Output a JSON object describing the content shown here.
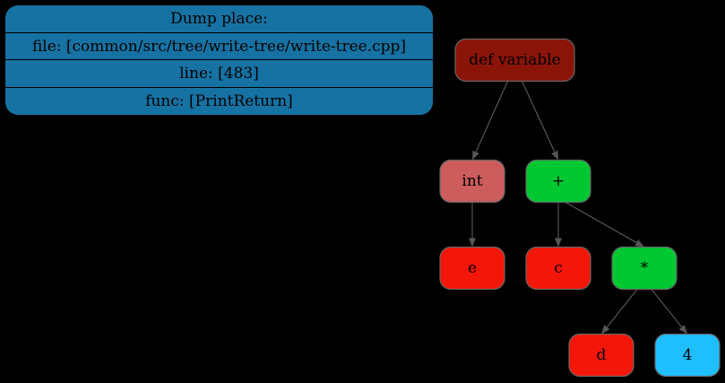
{
  "dump": {
    "title": "Dump place:",
    "file": "file: [common/src/tree/write-tree/write-tree.cpp]",
    "line": "line: [483]",
    "func": "func: [PrintReturn]"
  },
  "tree": {
    "nodes": [
      {
        "id": "def",
        "label": "def variable",
        "color": "#8b1408"
      },
      {
        "id": "int",
        "label": "int",
        "color": "#cd5c5c"
      },
      {
        "id": "plus",
        "label": "+",
        "color": "#00c832"
      },
      {
        "id": "e",
        "label": "e",
        "color": "#f5160a"
      },
      {
        "id": "c",
        "label": "c",
        "color": "#f5160a"
      },
      {
        "id": "mul",
        "label": "*",
        "color": "#00c832"
      },
      {
        "id": "d",
        "label": "d",
        "color": "#f5160a"
      },
      {
        "id": "four",
        "label": "4",
        "color": "#1ebeff"
      }
    ],
    "edges": [
      [
        "def",
        "int"
      ],
      [
        "def",
        "plus"
      ],
      [
        "int",
        "e"
      ],
      [
        "plus",
        "c"
      ],
      [
        "plus",
        "mul"
      ],
      [
        "mul",
        "d"
      ],
      [
        "mul",
        "four"
      ]
    ]
  }
}
